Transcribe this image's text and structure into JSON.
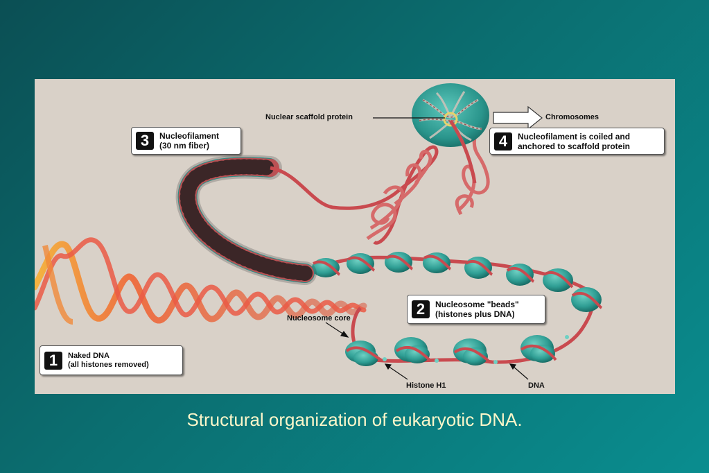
{
  "caption": "Structural organization of eukaryotic DNA.",
  "diagram": {
    "callouts": [
      {
        "number": "1",
        "line1": "Naked DNA",
        "line2": "(all histones removed)"
      },
      {
        "number": "2",
        "line1": "Nucleosome \"beads\"",
        "line2": "(histones plus DNA)"
      },
      {
        "number": "3",
        "line1": "Nucleofilament",
        "line2": "(30 nm fiber)"
      },
      {
        "number": "4",
        "line1": "Nucleofilament is coiled and",
        "line2": "anchored to scaffold protein"
      }
    ],
    "labels": {
      "nuclear_scaffold": "Nuclear scaffold protein",
      "chromosomes": "Chromosomes",
      "nucleosome_core": "Nucleosome core",
      "histone_h1": "Histone H1",
      "dna": "DNA"
    },
    "colors": {
      "slide_background": "#0b6e70",
      "figure_background": "#d9d1c8",
      "dna_strand": "#d45a5a",
      "histone": "#2f9e94",
      "caption_text": "#fbf6c9"
    }
  }
}
